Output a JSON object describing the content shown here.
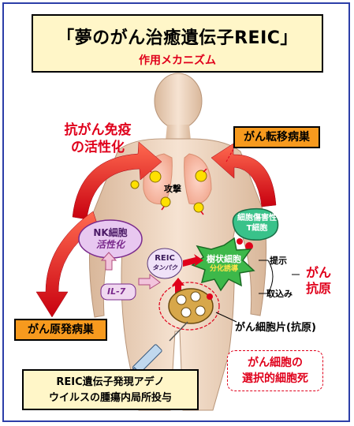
{
  "title": {
    "main": "「夢のがん治癒遺伝子REIC」",
    "sub": "作用メカニズム"
  },
  "labels": {
    "immune_activation_line1": "抗がん免疫",
    "immune_activation_line2": "の活性化",
    "metastasis": "がん転移病巣",
    "lung_attack": "攻撃",
    "nk_line1": "NK細胞",
    "nk_line2": "活性化",
    "ctl_line1": "細胞傷害性",
    "ctl_line2": "T細胞",
    "reic_line1": "REIC",
    "reic_line2": "タンパク",
    "dc_line1": "樹状細胞",
    "dc_line2": "分化誘導",
    "present": "提示",
    "uptake": "取込み",
    "antigen_line1": "がん",
    "antigen_line2": "抗原",
    "il7": "IL-7",
    "primary": "がん原発病巣",
    "fragment": "がん細胞片(抗原)",
    "death_line1": "がん細胞の",
    "death_line2": "選択的細胞死",
    "admin_line1": "REIC遺伝子発現アデノ",
    "admin_line2": "ウイルスの腫瘍内局所投与"
  },
  "colors": {
    "accent_red": "#e0001b",
    "orange_box": "#f79a1e",
    "cream_box": "#fff6c8",
    "nk_fill": "#e8c8f0",
    "ctl_fill": "#39c28a",
    "dc_fill": "#3db84a",
    "body_fill": "#f2dcc8",
    "frame_border": "#2c3ea8"
  }
}
